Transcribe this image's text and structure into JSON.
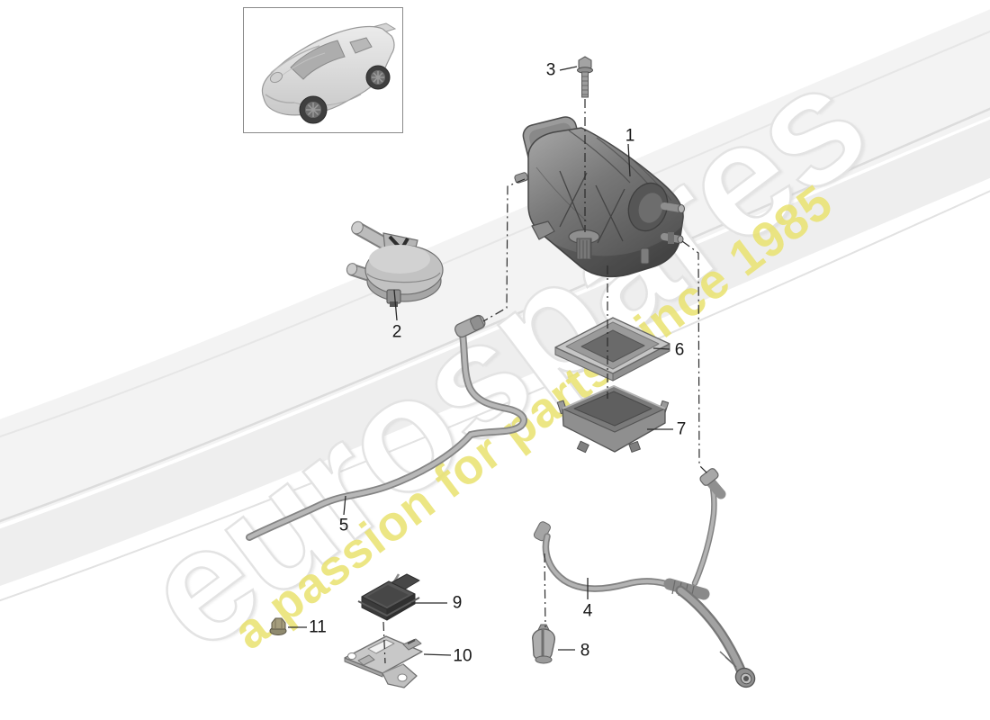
{
  "watermark": {
    "brand_text": "eurospares",
    "tagline_text": "a passion for parts since 1985",
    "brand_fill": "#ffffff",
    "brand_outline": "#e3e3e3",
    "tagline_color": "#e9e26e"
  },
  "diagram": {
    "line_color": "#2a2a2a",
    "parts": [
      {
        "num": "1",
        "name": "fuel-vapour-canister"
      },
      {
        "num": "2",
        "name": "purge-valve"
      },
      {
        "num": "3",
        "name": "hex-flange-bolt"
      },
      {
        "num": "4",
        "name": "branched-vent-hose"
      },
      {
        "num": "5",
        "name": "formed-vent-pipe"
      },
      {
        "num": "6",
        "name": "filter-element"
      },
      {
        "num": "7",
        "name": "filter-housing"
      },
      {
        "num": "8",
        "name": "retaining-clip"
      },
      {
        "num": "9",
        "name": "sensor-module"
      },
      {
        "num": "10",
        "name": "mounting-bracket"
      },
      {
        "num": "11",
        "name": "hex-nut"
      }
    ]
  }
}
